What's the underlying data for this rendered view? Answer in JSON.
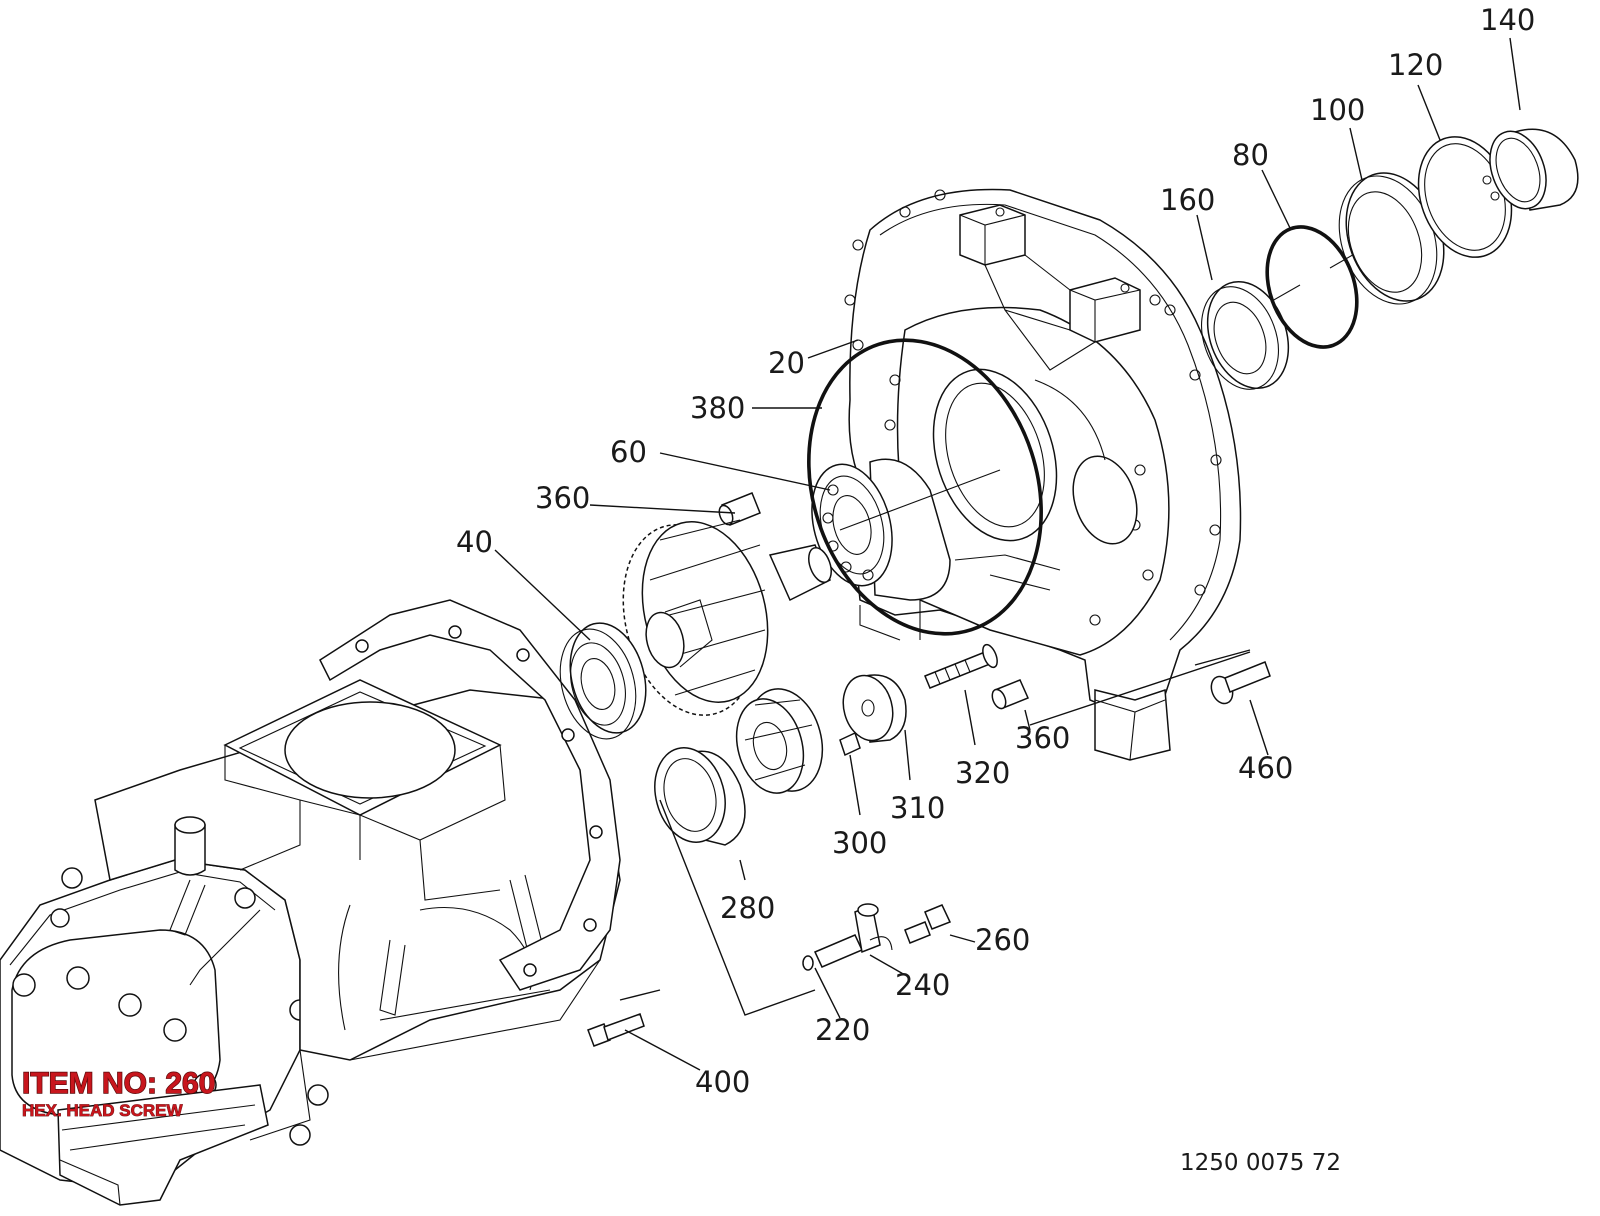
{
  "callouts": {
    "c140": "140",
    "c120": "120",
    "c100": "100",
    "c80": "80",
    "c160": "160",
    "c20": "20",
    "c380": "380",
    "c60": "60",
    "c360a": "360",
    "c40": "40",
    "c360b": "360",
    "c320": "320",
    "c310": "310",
    "c300": "300",
    "c280": "280",
    "c460": "460",
    "c260": "260",
    "c240": "240",
    "c220": "220",
    "c400": "400"
  },
  "drawing_number": "1250 0075 72",
  "highlight": {
    "title": "ITEM NO: 260",
    "description": "HEX. HEAD SCREW",
    "color": "#c8161d"
  }
}
